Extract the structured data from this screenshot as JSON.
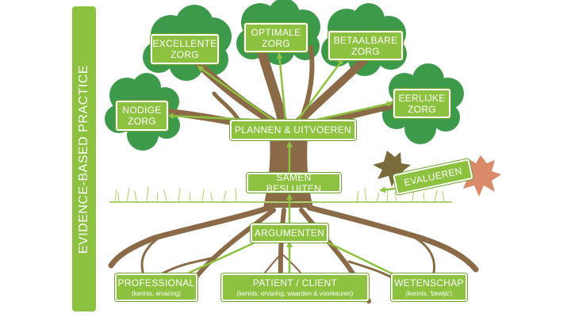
{
  "side_label": "EVIDENCE-BASED PRACTICE",
  "outcomes": [
    {
      "id": "excellente-zorg",
      "line1": "EXCELLENTE",
      "line2": "ZORG"
    },
    {
      "id": "optimale-zorg",
      "line1": "OPTIMALE",
      "line2": "ZORG"
    },
    {
      "id": "betaalbare-zorg",
      "line1": "BETAALBARE",
      "line2": "ZORG"
    },
    {
      "id": "nodige-zorg",
      "line1": "NODIGE",
      "line2": "ZORG"
    },
    {
      "id": "eerlijke-zorg",
      "line1": "EERLIJKE",
      "line2": "ZORG"
    }
  ],
  "steps": {
    "plannen": "PLANNEN & UITVOEREN",
    "samen": "SAMEN BESLUITEN",
    "argumenten": "ARGUMENTEN",
    "evalueren": "EVALUEREN"
  },
  "sources": {
    "professional": {
      "title": "PROFESSIONAL",
      "sub": "(kennis, ervaring)"
    },
    "patient": {
      "title": "PATIENT / CLIENT",
      "sub": "(kennis, ervaring, waarden & voorkeuren)"
    },
    "wetenschap": {
      "title": "WETENSCHAP",
      "sub": "(kennis, 'bewijs')"
    }
  },
  "colors": {
    "green": "#8cc23f",
    "canopy": "#3c9a4a",
    "trunk": "#8b6a48",
    "leaf_dark": "#7a6a3c",
    "leaf_red": "#d98a68"
  }
}
